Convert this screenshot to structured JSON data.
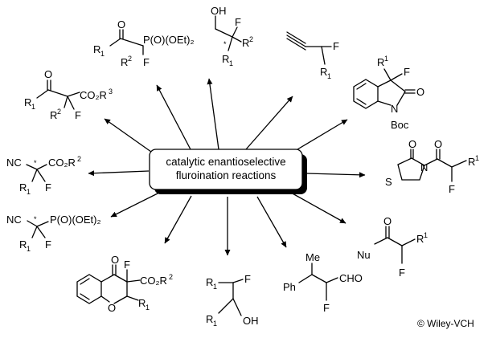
{
  "center": {
    "line1": "catalytic enantioselective",
    "line2": "fluroination reactions"
  },
  "copyright": "© Wiley-VCH",
  "atoms": {
    "F": "F",
    "O": "O",
    "OH": "OH",
    "NC": "NC",
    "N": "N",
    "S": "S",
    "Nu": "Nu",
    "Me": "Me",
    "Ph": "Ph",
    "Boc": "Boc",
    "CHO": "CHO",
    "R": "R",
    "one": "1",
    "two": "2",
    "three": "3",
    "CO2R": "CO₂R",
    "POEt": "P(O)(OEt)₂",
    "star": "*"
  }
}
